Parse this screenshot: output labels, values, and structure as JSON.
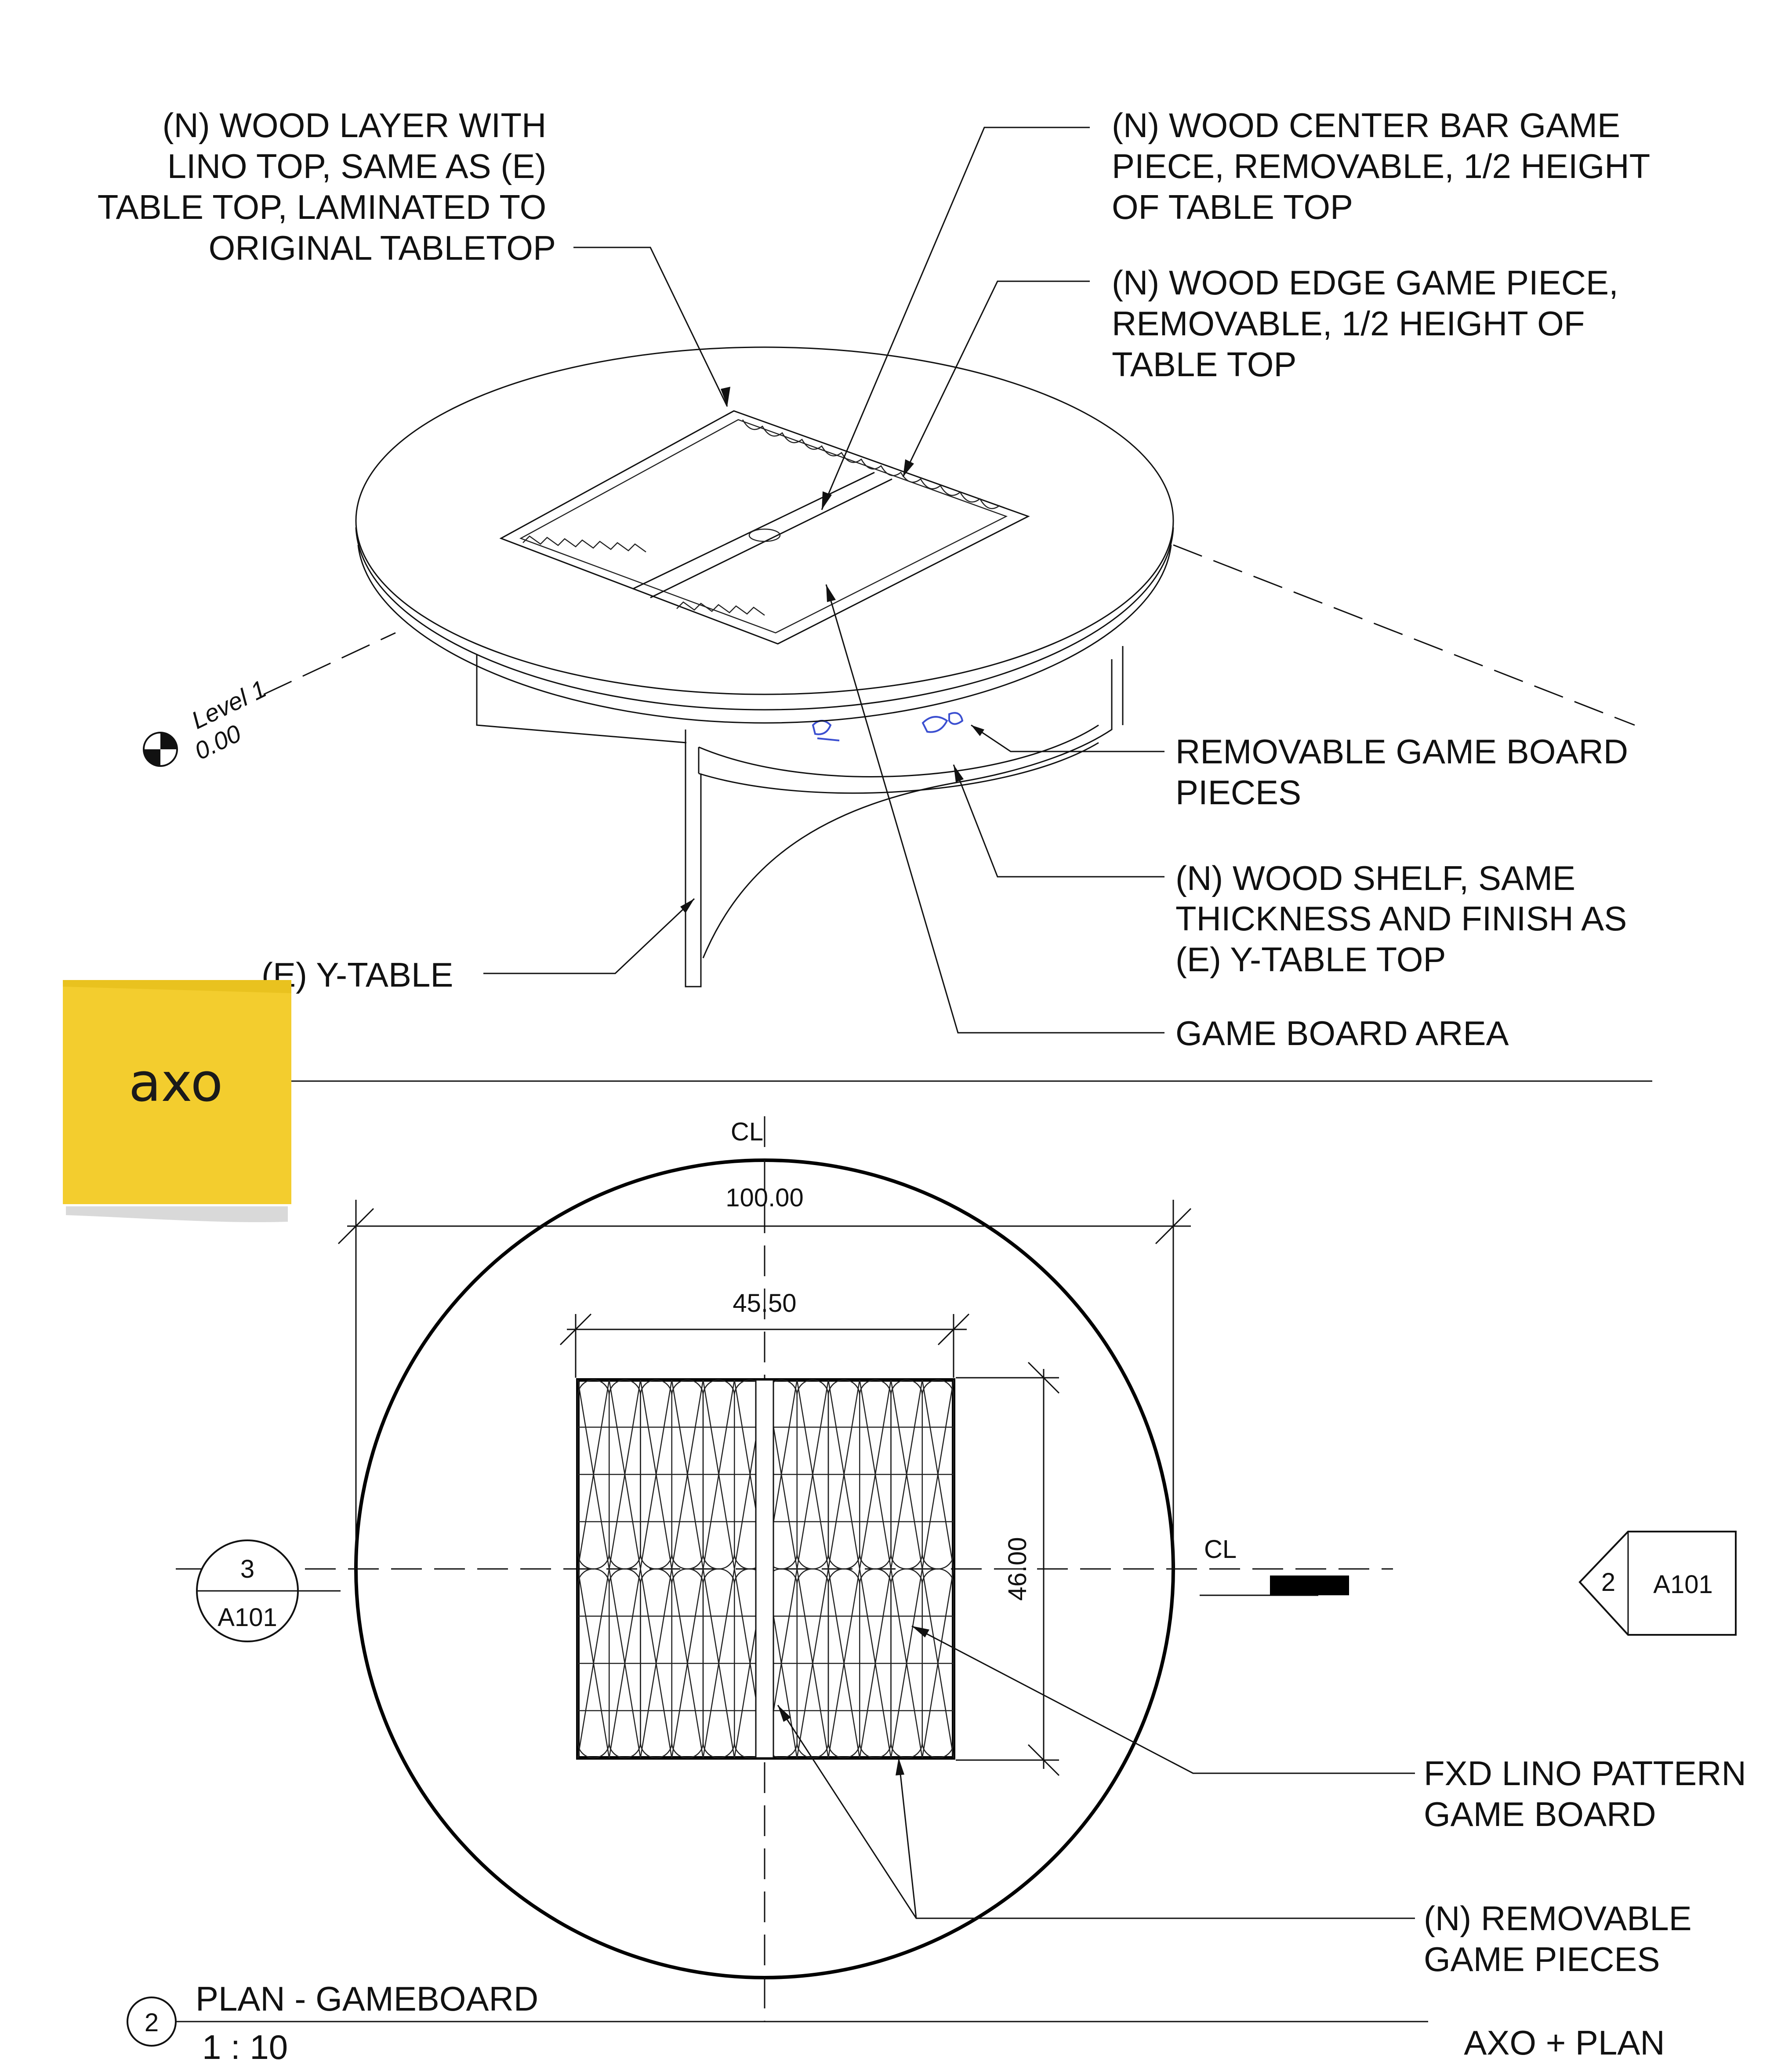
{
  "colors": {
    "ink": "#111111",
    "sticky": "#f3cd2e",
    "sticky_shadow": "#bfbfbf"
  },
  "sticky_note": {
    "text": "axo"
  },
  "axo_notes": {
    "wood_layer": [
      "(N) WOOD LAYER WITH",
      "LINO TOP, SAME AS (E)",
      "TABLE TOP, LAMINATED TO",
      "ORIGINAL TABLETOP"
    ],
    "center_bar": [
      "(N) WOOD CENTER BAR GAME",
      "PIECE, REMOVABLE, 1/2 HEIGHT",
      "OF TABLE TOP"
    ],
    "edge_piece": [
      "(N) WOOD EDGE GAME PIECE,",
      "REMOVABLE, 1/2 HEIGHT OF",
      "TABLE TOP"
    ],
    "removable_pieces": [
      "REMOVABLE GAME BOARD",
      "PIECES"
    ],
    "shelf": [
      "(N) WOOD SHELF, SAME",
      "THICKNESS AND FINISH AS",
      "(E)  Y-TABLE TOP"
    ],
    "game_board_area": "GAME BOARD AREA",
    "y_table": "(E) Y-TABLE",
    "level_name": "Level 1",
    "level_value": "0.00"
  },
  "plan": {
    "dim_overall": "100.00",
    "dim_board_width": "45.50",
    "dim_board_height": "46.00",
    "centerline_top": "CL",
    "centerline_right": "CL",
    "section_left": {
      "number": "3",
      "sheet": "A101"
    },
    "section_right": {
      "number": "2",
      "sheet": "A101"
    },
    "note_lino": [
      "FXD LINO PATTERN",
      "GAME BOARD"
    ],
    "note_pieces": [
      "(N) REMOVABLE",
      "GAME PIECES"
    ]
  },
  "title_block": {
    "view_number": "2",
    "view_title": "PLAN - GAMEBOARD",
    "scale": "1 : 10",
    "sheet_title": "AXO + PLAN"
  }
}
